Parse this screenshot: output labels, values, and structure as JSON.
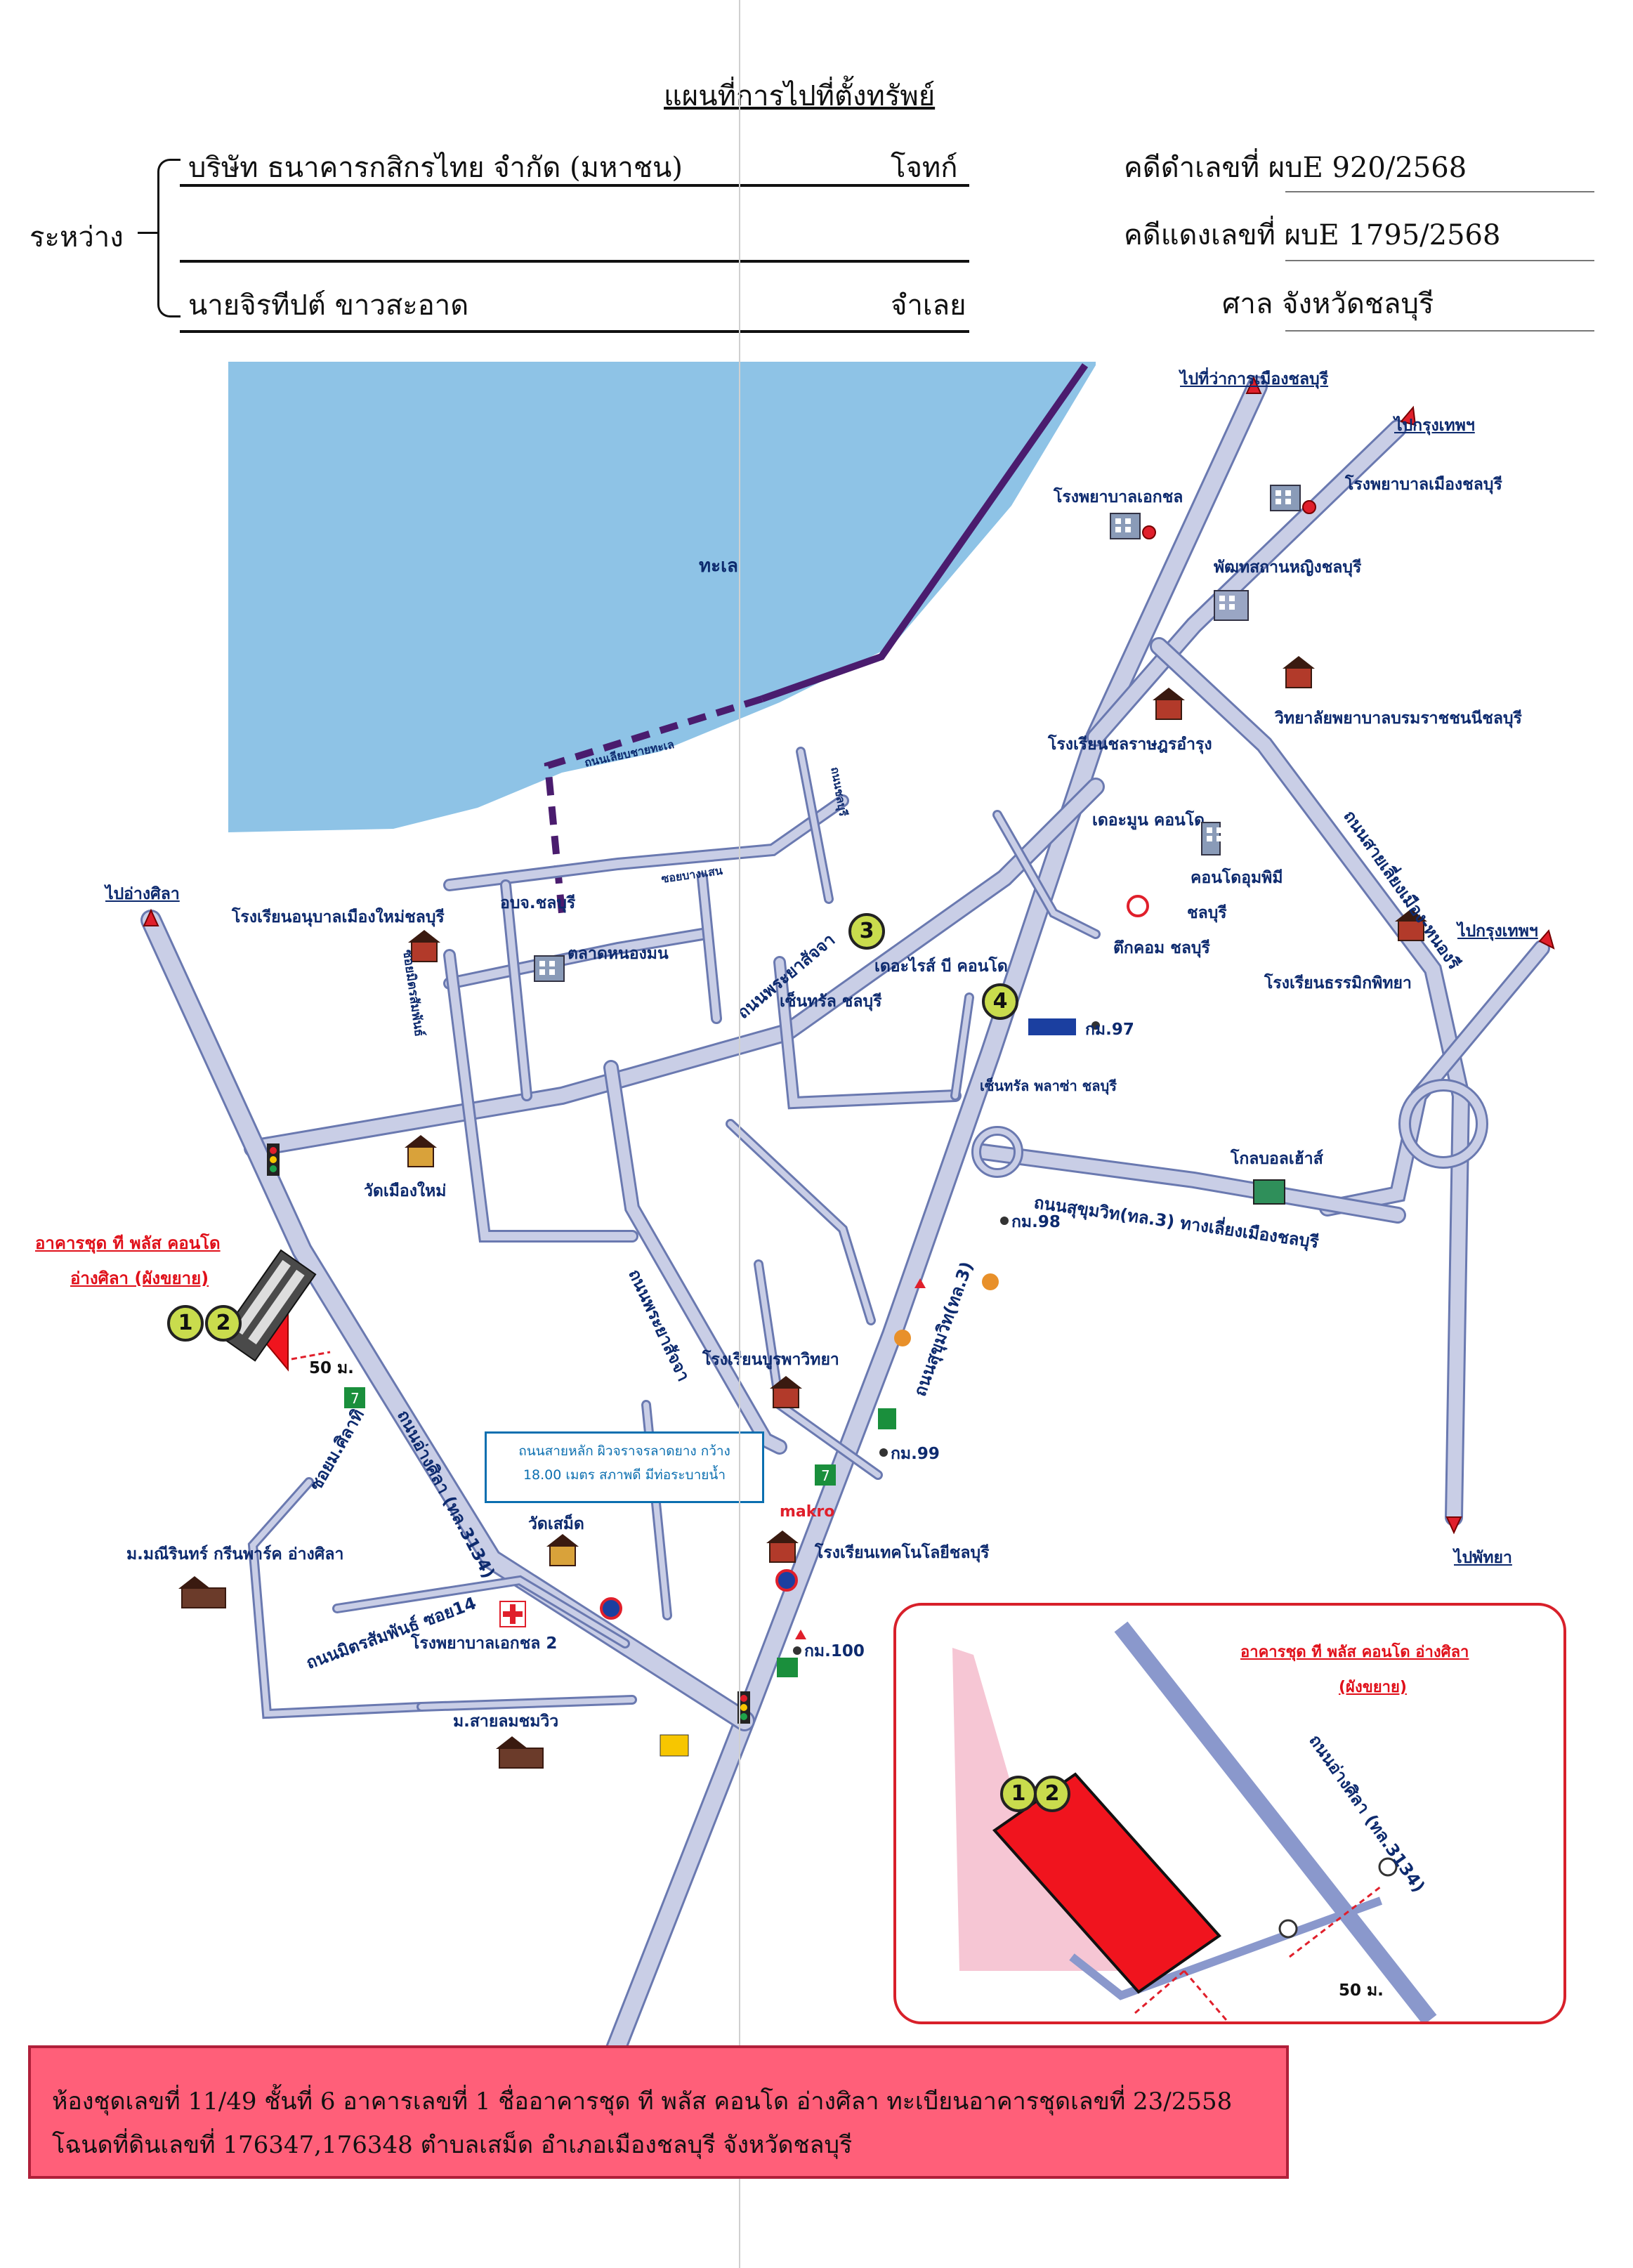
{
  "header": {
    "title": "แผนที่การไปที่ตั้งทรัพย์",
    "between_label": "ระหว่าง",
    "plaintiff": "บริษัท ธนาคารกสิกรไทย จำกัด (มหาชน)",
    "plaintiff_role": "โจทก์",
    "defendant": "นายจิรทีปต์ ขาวสะอาด",
    "defendant_role": "จำเลย",
    "black_case": "คดีดำเลขที่ ผบE 920/2568",
    "red_case": "คดีแดงเลขที่ ผบE 1795/2568",
    "court": "ศาล จังหวัดชลบุรี"
  },
  "map": {
    "sea_label": "ทะเล",
    "directions": {
      "to_city_hall": "ไปที่ว่าการเมืองชลบุรี",
      "to_bangkok_top": "ไปกรุงเทพฯ",
      "to_bangkok_mid": "ไปกรุงเทพฯ",
      "to_ang_sila": "ไปอ่างศิลา",
      "to_pattaya": "ไปพัทยา"
    },
    "places": {
      "hospital_private": "โรงพยาบาลเอกชล",
      "hospital_chonburi": "โรงพยาบาลเมืองชลบุรี",
      "museum": "พัฒทสถานหญิงชลบุรี",
      "nursing_college": "วิทยาลัยพยาบาลบรมราชชนนีชลบุรี",
      "school_charoen": "โรงเรียนชลราษฎรอำรุง",
      "the_moon": "เดอะมูน คอนโด",
      "condo_umphol": "คอนโดอุมพิมี",
      "chonburi_small": "ชลบุรี",
      "tilacom": "ตึกคอม ชลบุรี",
      "school_thai": "โรงเรียนธรรมิกพิทยา",
      "the_rise": "เดอะไรส์ บี คอนโด",
      "central_chonburi": "เซ็นทรัล ชลบุรี",
      "central_pattaya": "เซ็นทรัล พลาซ่า ชลบุรี",
      "km97": "กม.97",
      "global_house": "โกลบอลเฮ้าส์",
      "km98": "กม.98",
      "km99": "กม.99",
      "km100": "กม.100",
      "obj_chonburi": "อบจ.ชลบุรี",
      "school_anuban": "โรงเรียนอนุบาลเมืองใหม่ชลบุรี",
      "market": "ตลาดหนองมน",
      "wat_muang_mai": "วัดเมืองใหม่",
      "school_burapha": "โรงเรียนบูรพาวิทยา",
      "school_tech": "โรงเรียนเทคโนโลยีชลบุรี",
      "makro": "makro",
      "wat_samet": "วัดเสม็ด",
      "hospital_2": "โรงพยาบาลเอกชล 2",
      "village_green": "ม.มณีรินทร์ กรีนพาร์ค อ่างศิลา",
      "village_sai": "ม.สายลมชมวิว"
    },
    "roads": {
      "sukhumvit": "ถนนสุขุมวิท(ทล.3)",
      "sukhumvit_bypass": "ถนนสุขุมวิท(ทล.3) ทางเลี่ยงเมืองชลบุรี",
      "bypass_east": "ถนนสายเลี่ยงเมือง-หนองรี",
      "phraya_satja": "ถนนพระยาสัจจา",
      "phraya_satja_2": "ถนนพระยาสัจจา",
      "ang_sila": "ถนนอ่างศิลา (ทล.3134)",
      "samet_soi": "ถนนมิตรสัมพันธ์ ซอย14",
      "soi_ang_sila": "ซอยม.ศิลาทิ",
      "dashed_1": "ถนนเลียบชายทะเล",
      "dashed_2": "ถนนชลบุรี",
      "soi_ban": "ซอยบางแสน",
      "soi_mitr": "ซอยมิตรสัมพันธ์"
    },
    "info_box": {
      "line1": "ถนนสายหลัก ผิวจราจรลาดยาง กว้าง",
      "line2": "18.00 เมตร สภาพดี มีท่อระบายน้ำ"
    },
    "property_label_1": "อาคารชุด ที พลัส คอนโด",
    "property_label_2": "อ่างศิลา (ผังขยาย)",
    "distance": "50 ม.",
    "marker_1": "1",
    "marker_2": "2",
    "marker_3": "3",
    "marker_4": "4"
  },
  "inset": {
    "title_1": "อาคารชุด ที พลัส คอนโด อ่างศิลา",
    "title_2": "(ผังขยาย)",
    "road_label": "ถนนอ่างศิลา (ทล.3134)",
    "distance": "50 ม.",
    "marker_1": "1",
    "marker_2": "2"
  },
  "footer": {
    "line1": "ห้องชุดเลขที่ 11/49 ชั้นที่ 6 อาคารเลขที่ 1 ชื่ออาคารชุด ที พลัส คอนโด อ่างศิลา ทะเบียนอาคารชุดเลขที่ 23/2558",
    "line2": "โฉนดที่ดินเลขที่ 176347,176348 ตำบลเสม็ด อำเภอเมืองชลบุรี จังหวัดชลบุรี"
  },
  "colors": {
    "sea": "#8ec3e6",
    "road": "#c9cee6",
    "road_edge": "#6a79b0",
    "coast_line": "#4a1c6e",
    "marker": "#c9dc4d",
    "property": "#f0141e",
    "footer_bg": "#ff5f79"
  }
}
